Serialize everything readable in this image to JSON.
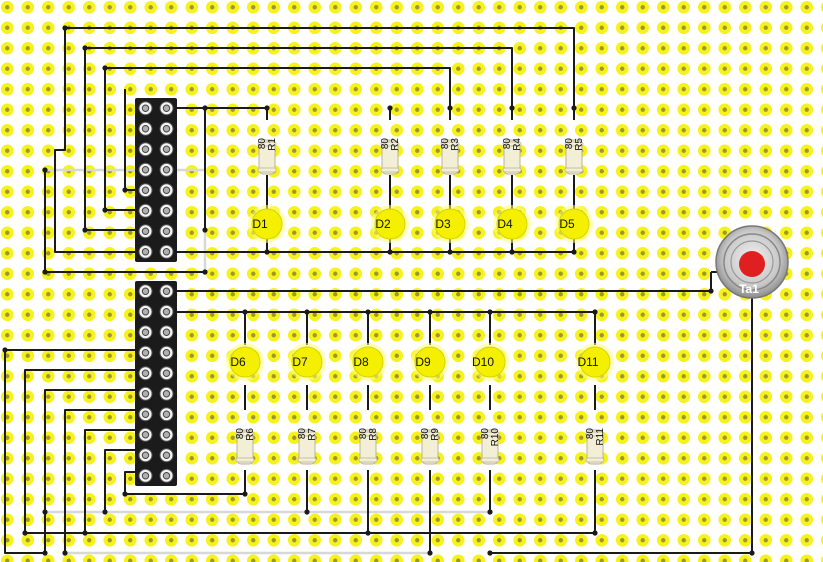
{
  "board": {
    "background": "#ffffff",
    "pad_ring_color": "#f7f21e",
    "pad_hole_color": "#9a9a2a",
    "wire_color": "#1a1a1a",
    "jumper_color": "#d8d8d8"
  },
  "top_row": {
    "resistors": [
      {
        "id": "R1",
        "value": "80"
      },
      {
        "id": "R2",
        "value": "80"
      },
      {
        "id": "R3",
        "value": "80"
      },
      {
        "id": "R4",
        "value": "80"
      },
      {
        "id": "R5",
        "value": "80"
      }
    ],
    "leds": [
      "D1",
      "D2",
      "D3",
      "D4",
      "D5"
    ]
  },
  "bottom_row": {
    "resistors": [
      {
        "id": "R6",
        "value": "80"
      },
      {
        "id": "R7",
        "value": "80"
      },
      {
        "id": "R8",
        "value": "80"
      },
      {
        "id": "R9",
        "value": "80"
      },
      {
        "id": "R10",
        "value": "80"
      },
      {
        "id": "R11",
        "value": "80"
      }
    ],
    "leds": [
      "D6",
      "D7",
      "D8",
      "D9",
      "D10",
      "D11"
    ]
  },
  "button": {
    "id": "Ta1",
    "cap_color": "#e02020"
  },
  "led_color": "#f5f000",
  "resistor_body_color": "#f3efd6"
}
